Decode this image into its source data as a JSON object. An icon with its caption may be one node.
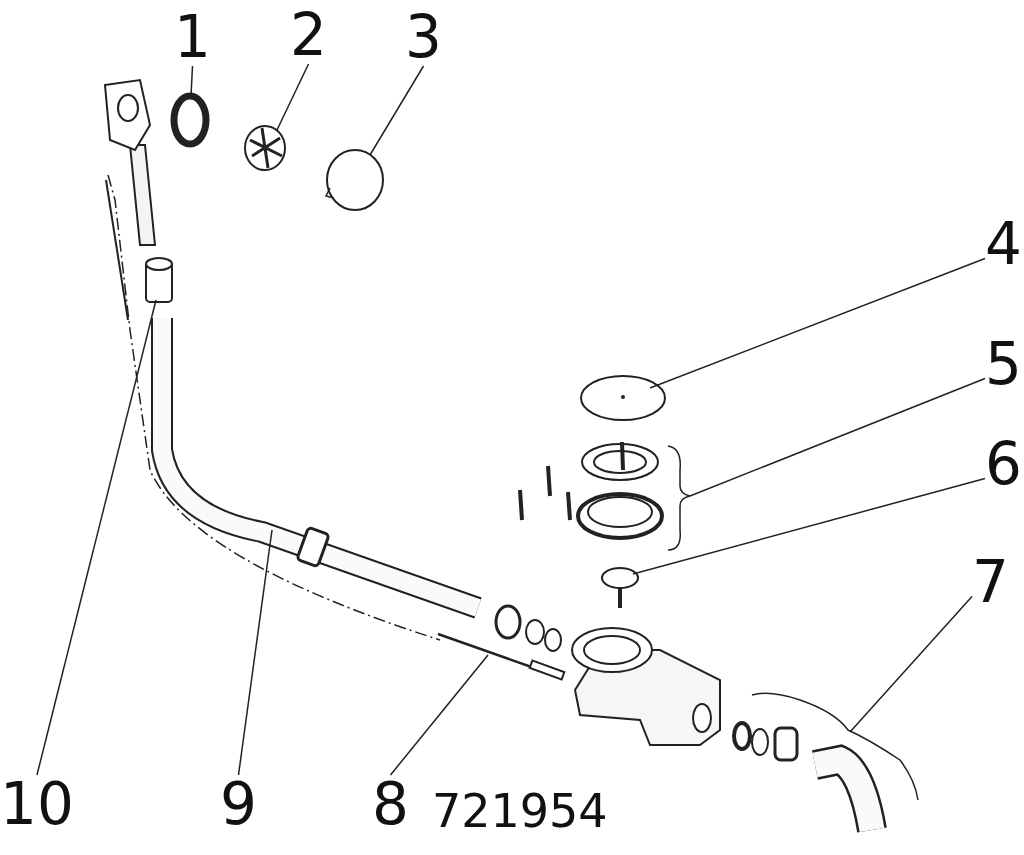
{
  "diagram": {
    "nodes": [
      {
        "text": [
          "1"
        ]
      },
      {
        "text": [
          "2"
        ]
      },
      {
        "text": [
          "3"
        ]
      },
      {
        "text": [
          "4"
        ]
      },
      {
        "text": [
          "5"
        ]
      },
      {
        "text": [
          "6"
        ]
      },
      {
        "text": [
          "7"
        ]
      },
      {
        "text": [
          "8"
        ]
      },
      {
        "text": [
          "9"
        ]
      },
      {
        "text": [
          "10"
        ]
      },
      {
        "text": [],
        "shape": "circle"
      },
      {
        "text": [],
        "shape": "picture"
      },
      {
        "text": [],
        "shape": "picture"
      },
      {
        "text": [],
        "shape": "picture"
      },
      {
        "text": [],
        "shape": "picture"
      },
      {
        "text": [],
        "shape": "picture"
      },
      {
        "text": [],
        "shape": "picture"
      },
      {
        "text": [],
        "shape": "picture"
      },
      {
        "text": [],
        "shape": "bar"
      },
      {
        "text": [],
        "shape": "cylinder"
      }
    ],
    "edges": [
      {
        "from": 0,
        "to": 10,
        "arrow": "none"
      },
      {
        "from": 1,
        "to": 11,
        "arrow": "none"
      },
      {
        "from": 2,
        "to": 12,
        "arrow": "none"
      },
      {
        "from": 3,
        "to": 13,
        "arrow": "none"
      },
      {
        "from": 4,
        "to": 14,
        "arrow": "none"
      },
      {
        "from": 5,
        "to": 15,
        "arrow": "none"
      },
      {
        "from": 6,
        "to": 16,
        "arrow": "none"
      },
      {
        "from": 7,
        "to": 17,
        "arrow": "none"
      },
      {
        "from": 8,
        "to": 18,
        "arrow": "none"
      },
      {
        "from": 9,
        "to": 19,
        "arrow": "none"
      }
    ],
    "labels": [
      "721954"
    ]
  }
}
